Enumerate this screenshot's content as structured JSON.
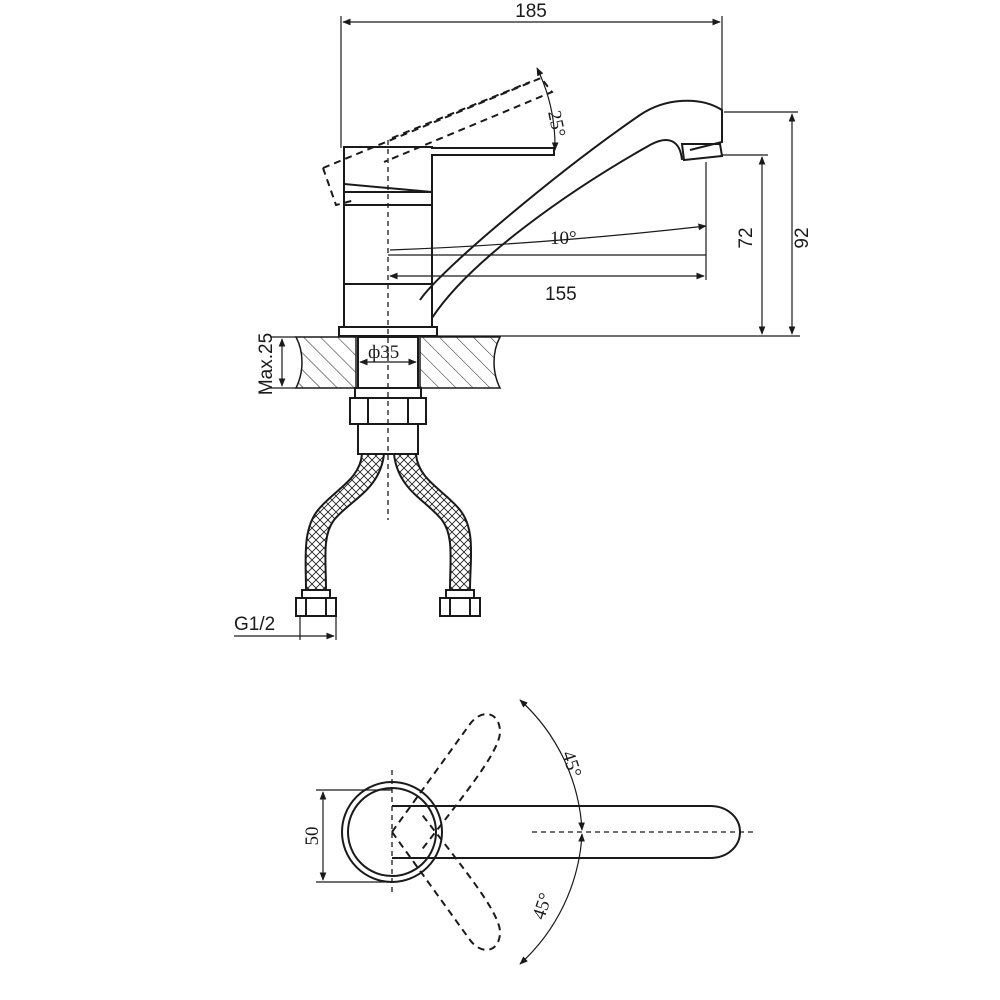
{
  "dimensions": {
    "overall_reach": "185",
    "lever_tilt": "25°",
    "spout_angle": "10°",
    "spout_reach": "155",
    "spout_height": "72",
    "overall_height": "92",
    "max_counter_thickness": "Max.25",
    "mounting_diameter": "ф35",
    "hose_thread": "G1/2",
    "handle_width": "50",
    "swing_angle_upper": "45°",
    "swing_angle_lower": "45°"
  }
}
